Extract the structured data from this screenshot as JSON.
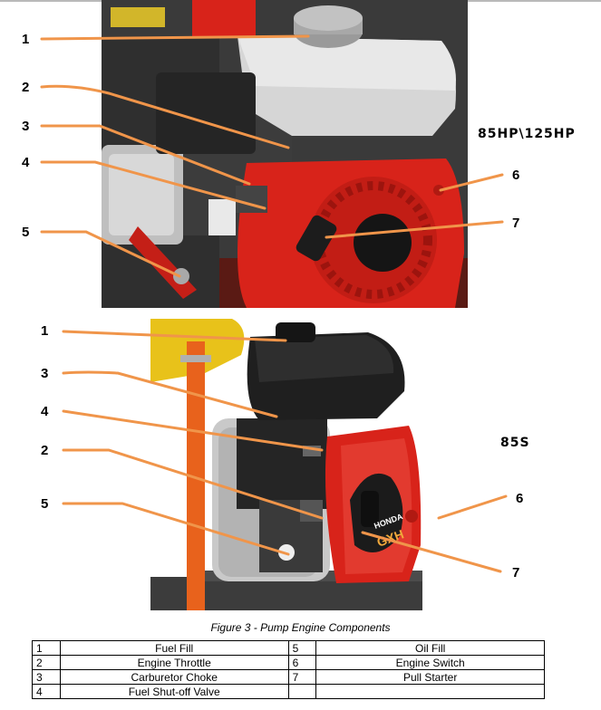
{
  "figure": {
    "caption": "Figure 3 - Pump Engine Components",
    "top_view": {
      "model_label": "85HP\\125HP",
      "callouts": [
        "1",
        "2",
        "3",
        "4",
        "5",
        "6",
        "7"
      ]
    },
    "bottom_view": {
      "model_label": "85S",
      "callouts": [
        "1",
        "3",
        "4",
        "2",
        "5",
        "6",
        "7"
      ],
      "brand_text": "HONDA",
      "engine_text": "GXH"
    }
  },
  "legend": {
    "rows": [
      {
        "left_num": "1",
        "left_label": "Fuel Fill",
        "right_num": "5",
        "right_label": "Oil Fill"
      },
      {
        "left_num": "2",
        "left_label": "Engine Throttle",
        "right_num": "6",
        "right_label": "Engine Switch"
      },
      {
        "left_num": "3",
        "left_label": "Carburetor Choke",
        "right_num": "7",
        "right_label": "Pull Starter"
      },
      {
        "left_num": "4",
        "left_label": "Fuel Shut-off Valve",
        "right_num": "",
        "right_label": ""
      }
    ]
  },
  "colors": {
    "callout_line": "#f0954a",
    "engine_red": "#d8231a",
    "engine_dark": "#2b2b2b",
    "tank_grey": "#cfcfcf",
    "hose_orange": "#e8621c"
  }
}
